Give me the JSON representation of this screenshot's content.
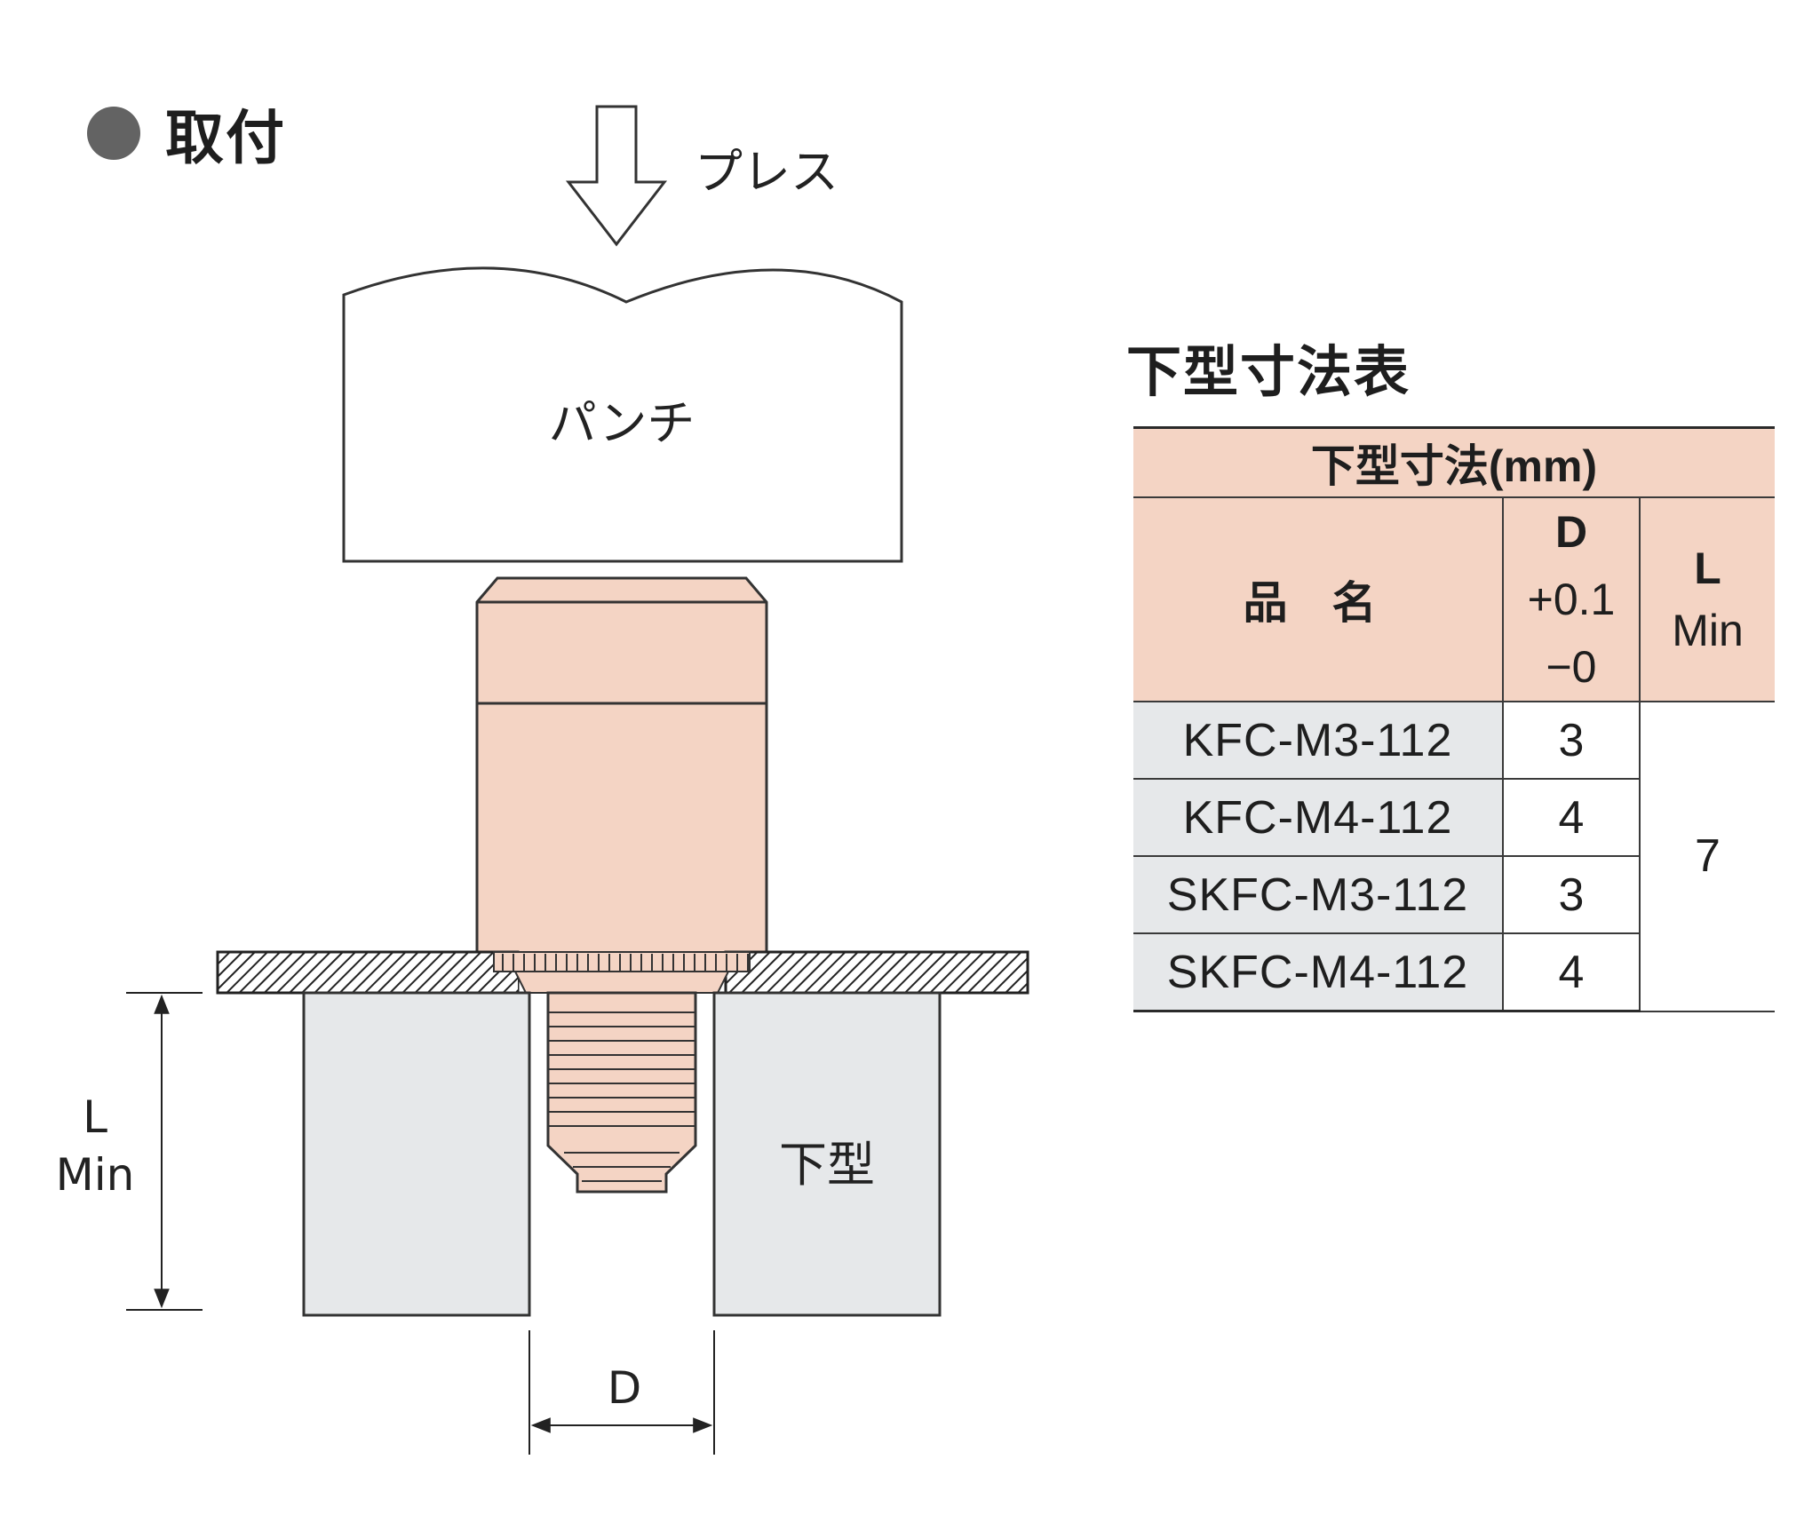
{
  "heading": {
    "title": "取付"
  },
  "diagram": {
    "press_label": "プレス",
    "punch_label": "パンチ",
    "die_label": "下型",
    "l_label": "L",
    "min_label": "Min",
    "d_label": "D"
  },
  "table": {
    "title": "下型寸法表",
    "header_title": "下型寸法(mm)",
    "col_name": "品 名",
    "col_d": "D",
    "col_d_plus": "+0.1",
    "col_d_minus": "−0",
    "col_l": "L",
    "col_l_min": "Min",
    "rows": [
      {
        "name": "KFC-M3-112",
        "d": "3"
      },
      {
        "name": "KFC-M4-112",
        "d": "4"
      },
      {
        "name": "SKFC-M3-112",
        "d": "3"
      },
      {
        "name": "SKFC-M4-112",
        "d": "4"
      }
    ],
    "l_value": "7"
  },
  "colors": {
    "header_fill": "#f4d4c4",
    "fastener_fill": "#f4d4c4",
    "die_fill": "#e6e8ea",
    "name_cell_fill": "#e6e8ea",
    "bullet": "#636363"
  }
}
